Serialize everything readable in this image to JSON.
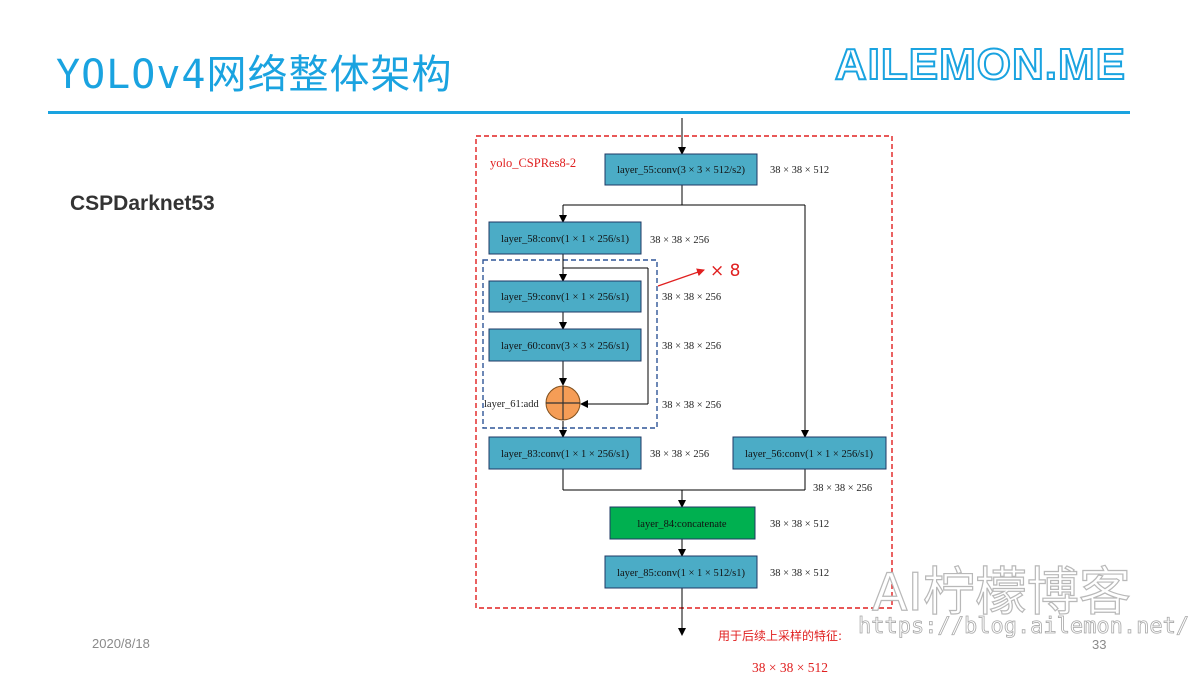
{
  "slide": {
    "title": "YOLOv4网络整体架构",
    "brand": "AILEMON.ME",
    "subtitle": "CSPDarknet53",
    "date": "2020/8/18",
    "page_number": "33",
    "watermark_cn": "AI柠檬博客",
    "watermark_url": "https://blog.ailemon.net/"
  },
  "diagram": {
    "block_label": "yolo_CSPRes8-2",
    "repeat_label": "× 8",
    "nodes": {
      "layer55": {
        "label": "layer_55:conv(3 × 3 × 512/s2)",
        "dim": "38 × 38 × 512"
      },
      "layer58": {
        "label": "layer_58:conv(1 × 1 × 256/s1)",
        "dim": "38 × 38 × 256"
      },
      "layer59": {
        "label": "layer_59:conv(1 × 1 × 256/s1)",
        "dim": "38 × 38 × 256"
      },
      "layer60": {
        "label": "layer_60:conv(3 × 3 × 256/s1)",
        "dim": "38 × 38 × 256"
      },
      "layer61": {
        "label": "layer_61:add",
        "dim": "38 × 38 × 256"
      },
      "layer83": {
        "label": "layer_83:conv(1 × 1 × 256/s1)",
        "dim": "38 × 38 × 256"
      },
      "layer56": {
        "label": "layer_56:conv(1 × 1 × 256/s1)",
        "dim": "38 × 38 × 256"
      },
      "layer84": {
        "label": "layer_84:concatenate",
        "dim": "38 × 38 × 512"
      },
      "layer85": {
        "label": "layer_85:conv(1 × 1 × 512/s1)",
        "dim": "38 × 38 × 512"
      }
    },
    "output_note": "用于后续上采样的特征:",
    "output_dim": "38 × 38 × 512",
    "colors": {
      "conv": "#4bacc6",
      "concat": "#00b050",
      "add": "#f59d56",
      "block_border": "#e02020",
      "loop_border": "#2f5597",
      "arrow": "#000000"
    }
  }
}
